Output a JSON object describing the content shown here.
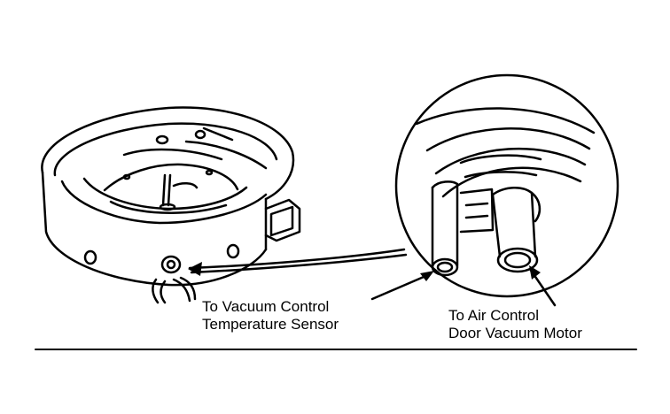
{
  "labels": {
    "sensor": {
      "line1": "To Vacuum Control",
      "line2": "Temperature Sensor"
    },
    "motor": {
      "line1": "To Air Control",
      "line2": "Door Vacuum Motor"
    }
  },
  "colors": {
    "ink": "#000000",
    "paper": "#ffffff"
  }
}
